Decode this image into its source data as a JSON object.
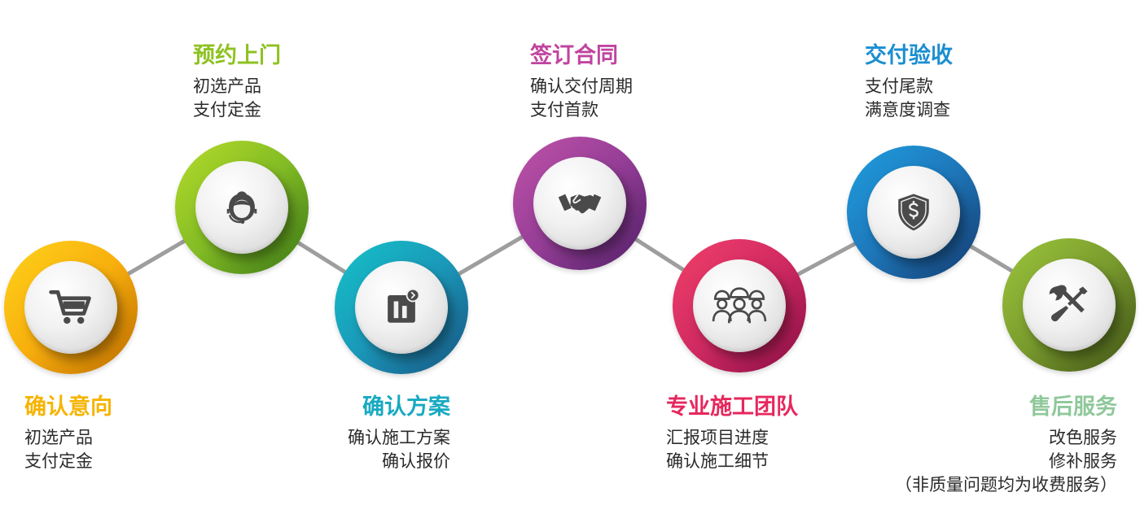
{
  "steps": [
    {
      "title": "确认意向",
      "lines": [
        "初选产品",
        "支付定金"
      ],
      "color": "#f6b400",
      "icon": "cart-icon"
    },
    {
      "title": "预约上门",
      "lines": [
        "初选产品",
        "支付定金"
      ],
      "color": "#8dc21f",
      "icon": "headset-person-icon"
    },
    {
      "title": "确认方案",
      "lines": [
        "确认施工方案",
        "确认报价"
      ],
      "color": "#18a9c1",
      "icon": "plan-document-icon"
    },
    {
      "title": "签订合同",
      "lines": [
        "确认交付周期",
        "支付首款"
      ],
      "color": "#a9348f",
      "icon": "handshake-icon"
    },
    {
      "title": "专业施工团队",
      "lines": [
        "汇报项目进度",
        "确认施工细节"
      ],
      "color": "#e6275d",
      "icon": "workers-team-icon"
    },
    {
      "title": "交付验收",
      "lines": [
        "支付尾款",
        "满意度调查"
      ],
      "color": "#1b8ed0",
      "icon": "dollar-shield-icon"
    },
    {
      "title": "售后服务",
      "lines": [
        "改色服务",
        "修补服务",
        "（非质量问题均为收费服务）"
      ],
      "color": "#8fbd3d",
      "icon": "tools-icon"
    }
  ],
  "colors": {
    "connector": "#9e9e9e",
    "icon": "#4a4a4a",
    "step1_ring": [
      "#ffd21a",
      "#f08c00"
    ],
    "step2_ring": [
      "#b6dc2a",
      "#4f9b1e"
    ],
    "step3_ring": [
      "#15c2c9",
      "#1f6fa8"
    ],
    "step4_ring": [
      "#c052a8",
      "#6c2a86"
    ],
    "step5_ring": [
      "#f0406a",
      "#b11459"
    ],
    "step6_ring": [
      "#1f9fe0",
      "#1b4f93"
    ],
    "step7_ring": [
      "#9dc63c",
      "#556f1e"
    ],
    "title_colors": [
      "#f6b400",
      "#8dc21f",
      "#18a9c1",
      "#c0449f",
      "#e6275d",
      "#1b8ed0",
      "#8fc89a"
    ]
  }
}
